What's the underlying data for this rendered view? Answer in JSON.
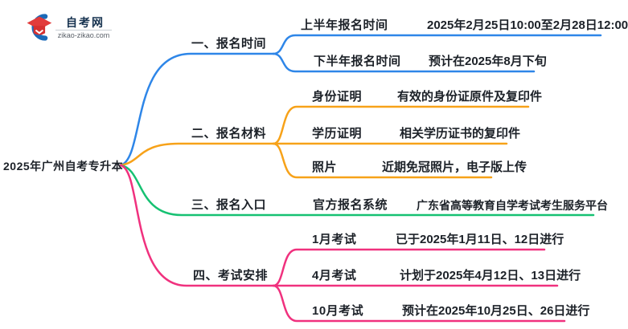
{
  "logo": {
    "title": "自考网",
    "url": "zikao-zikao.com"
  },
  "root_label": "2025年广州自考专升本",
  "branches": [
    {
      "label": "一、报名时间",
      "color": "#2E86E8",
      "children": [
        {
          "label": "上半年报名时间",
          "value": "2025年2月25日10:00至2月28日12:00"
        },
        {
          "label": "下半年报名时间",
          "value": "预计在2025年8月下旬"
        }
      ]
    },
    {
      "label": "二、报名材料",
      "color": "#F7A219",
      "children": [
        {
          "label": "身份证明",
          "value": "有效的身份证原件及复印件"
        },
        {
          "label": "学历证明",
          "value": "相关学历证书的复印件"
        },
        {
          "label": "照片",
          "value": "近期免冠照片，电子版上传"
        }
      ]
    },
    {
      "label": "三、报名入口",
      "color": "#16C172",
      "children": [
        {
          "label": "官方报名系统",
          "value": "广东省高等教育自学考试考生服务平台"
        }
      ]
    },
    {
      "label": "四、考试安排",
      "color": "#F0317E",
      "children": [
        {
          "label": "1月考试",
          "value": "已于2025年1月11日、12日进行"
        },
        {
          "label": "4月考试",
          "value": "计划于2025年4月12日、13日进行"
        },
        {
          "label": "10月考试",
          "value": "预计在2025年10月25日、26日进行"
        }
      ]
    }
  ]
}
